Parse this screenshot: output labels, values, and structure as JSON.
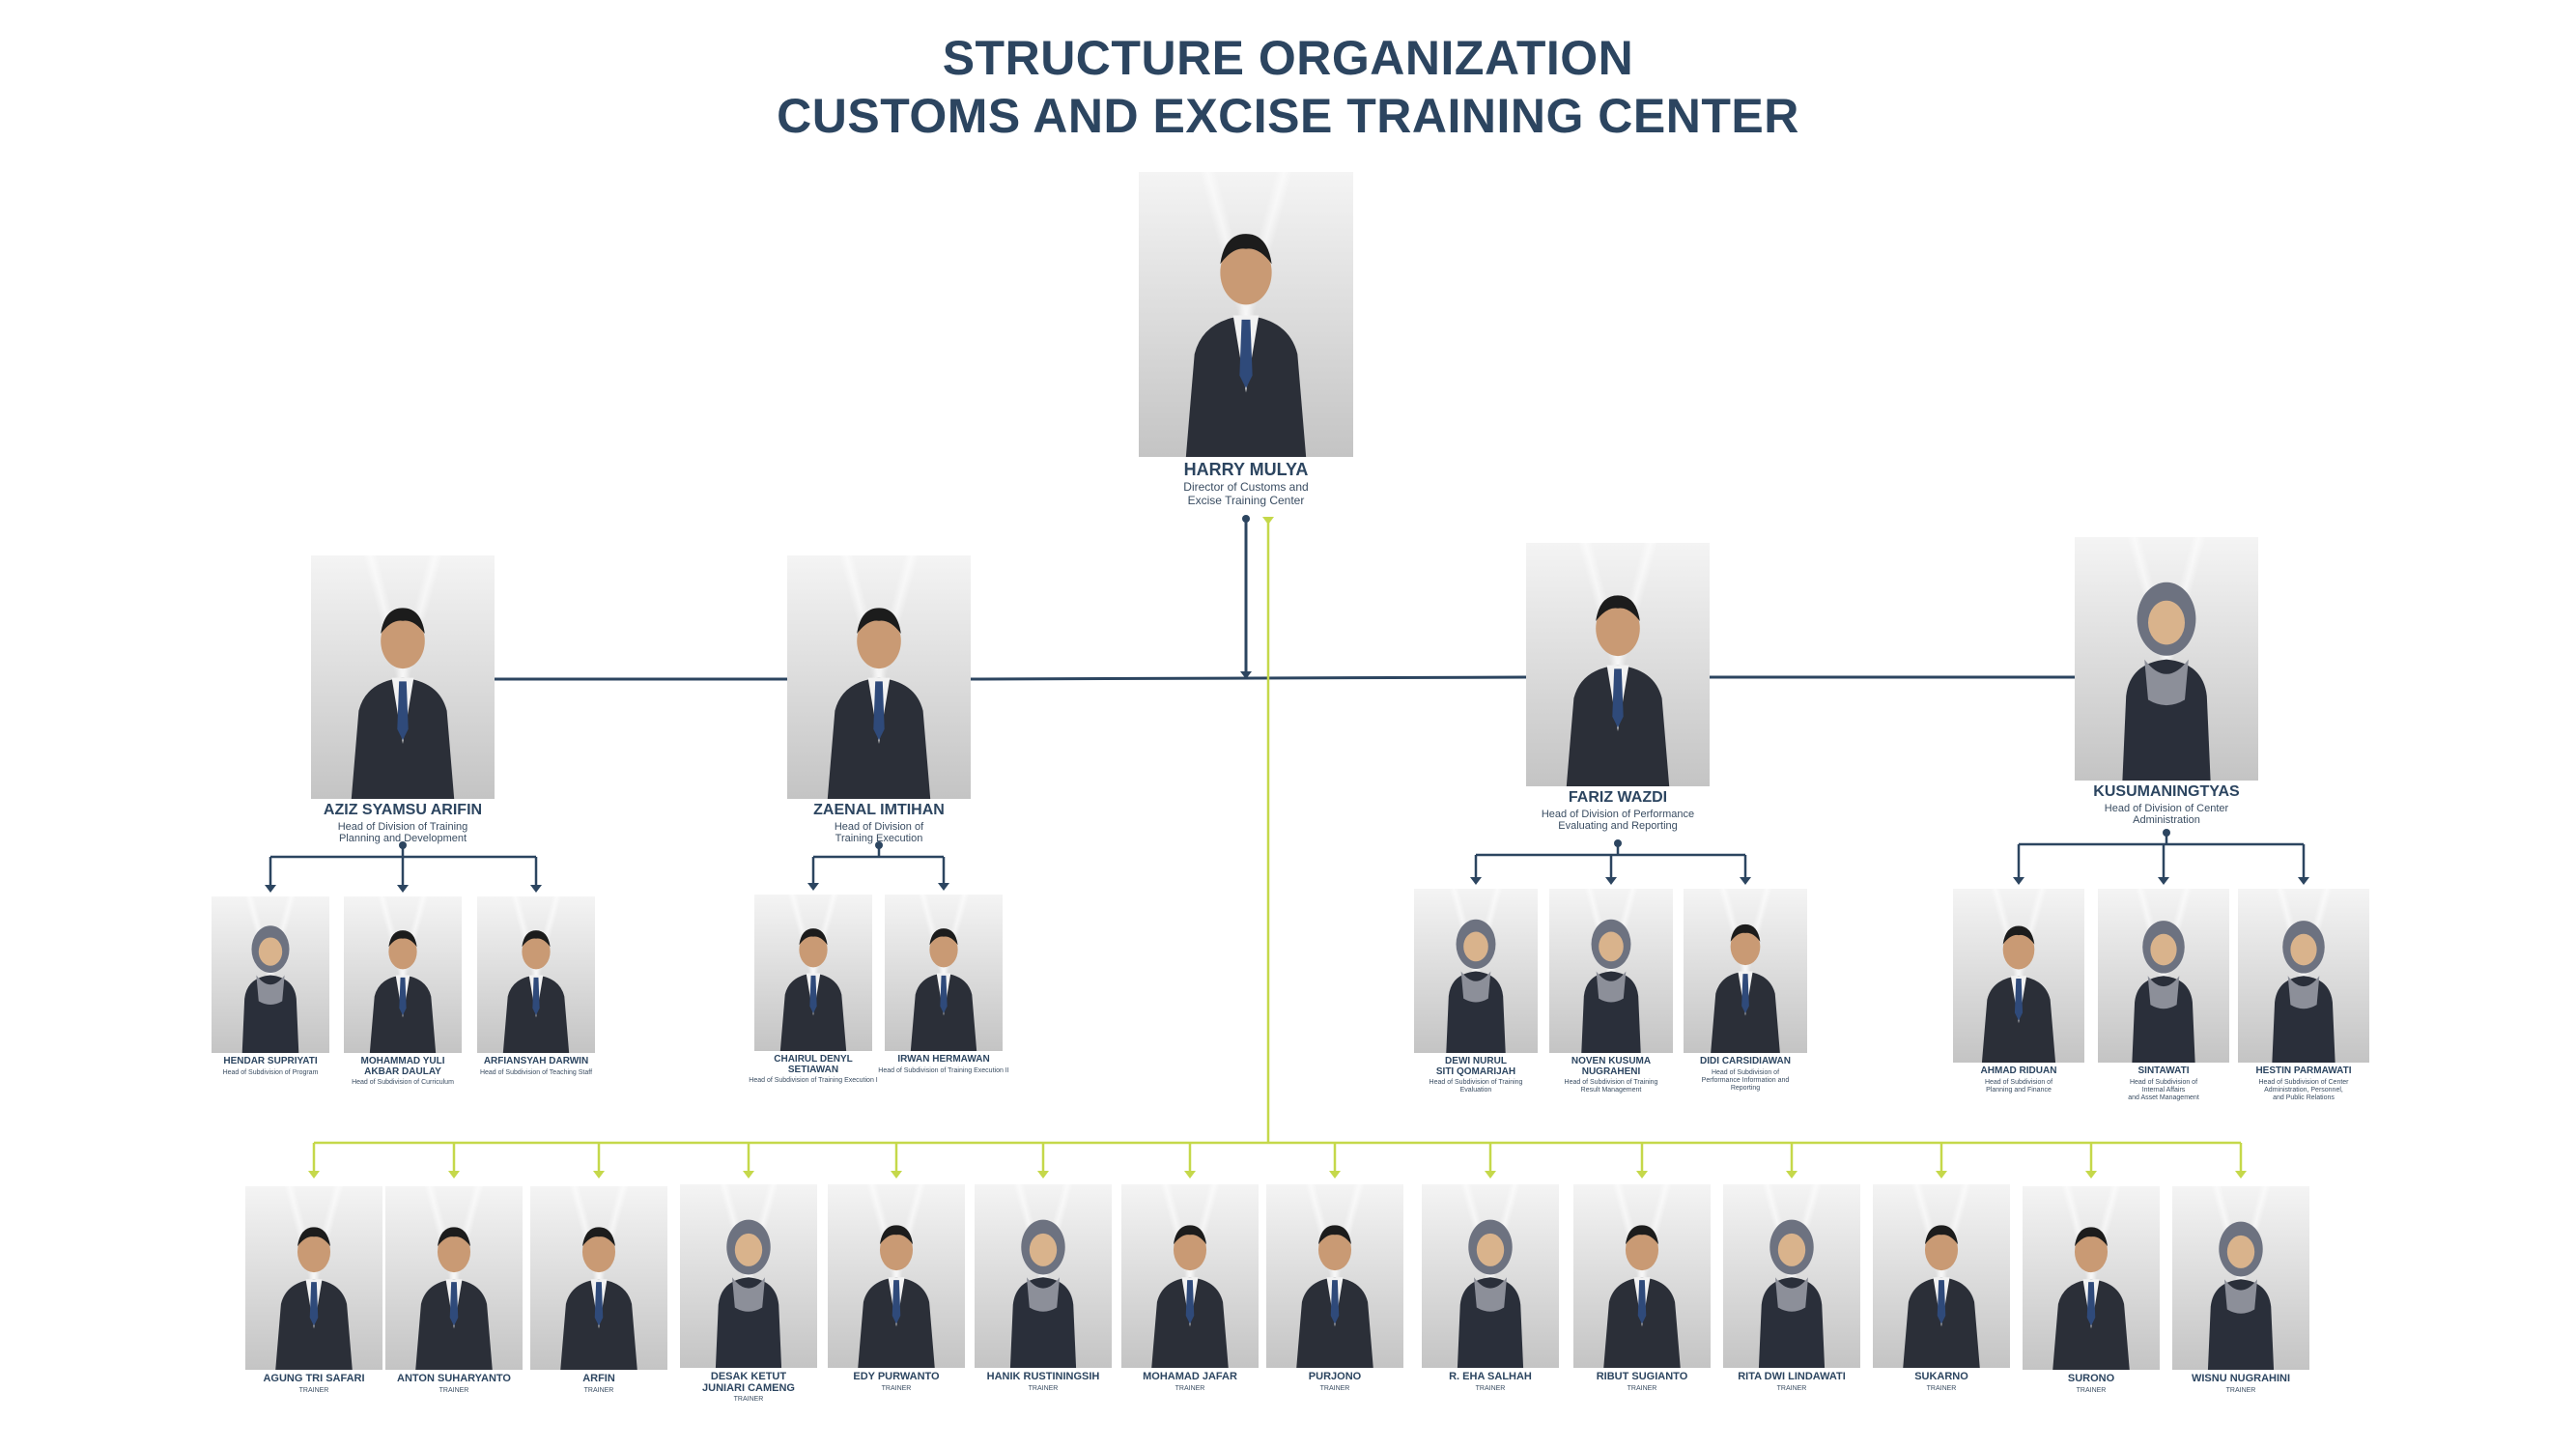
{
  "title": {
    "line1": "STRUCTURE ORGANIZATION",
    "line2": "CUSTOMS AND EXCISE TRAINING CENTER"
  },
  "colors": {
    "primary": "#2c4560",
    "trainer_line": "#c5d84a"
  },
  "director": {
    "name": "HARRY MULYA",
    "role": "Director of Customs and\nExcise Training Center",
    "gender": "m"
  },
  "divisions": [
    {
      "name": "AZIZ SYAMSU ARIFIN",
      "role": "Head of Division of Training\nPlanning and Development",
      "gender": "m",
      "subs": [
        {
          "name": "HENDAR SUPRIYATI",
          "role": "Head of Subdivision of Program",
          "gender": "f"
        },
        {
          "name": "MOHAMMAD YULI\nAKBAR DAULAY",
          "role": "Head of Subdivision of Curriculum",
          "gender": "m"
        },
        {
          "name": "ARFIANSYAH DARWIN",
          "role": "Head of Subdivision of Teaching Staff",
          "gender": "m"
        }
      ]
    },
    {
      "name": "ZAENAL IMTIHAN",
      "role": "Head of Division of\nTraining Execution",
      "gender": "m",
      "subs": [
        {
          "name": "CHAIRUL DENYL\nSETIAWAN",
          "role": "Head of Subdivision of Training Execution I",
          "gender": "m"
        },
        {
          "name": "IRWAN HERMAWAN",
          "role": "Head of Subdivision of Training Execution II",
          "gender": "m"
        }
      ]
    },
    {
      "name": "FARIZ WAZDI",
      "role": "Head of Division of Performance\nEvaluating and Reporting",
      "gender": "m",
      "subs": [
        {
          "name": "DEWI NURUL\nSITI QOMARIJAH",
          "role": "Head of Subdivision of Training\nEvaluation",
          "gender": "f"
        },
        {
          "name": "NOVEN KUSUMA\nNUGRAHENI",
          "role": "Head of Subdivision of Training\nResult Management",
          "gender": "f"
        },
        {
          "name": "DIDI CARSIDIAWAN",
          "role": "Head of Subdivision of\nPerformance Information and\nReporting",
          "gender": "m"
        }
      ]
    },
    {
      "name": "KUSUMANINGTYAS",
      "role": "Head of Division of Center\nAdministration",
      "gender": "f",
      "subs": [
        {
          "name": "AHMAD RIDUAN",
          "role": "Head of Subdivision of\nPlanning and Finance",
          "gender": "m"
        },
        {
          "name": "SINTAWATI",
          "role": "Head of Subdivision of\nInternal Affairs\nand Asset Management",
          "gender": "f"
        },
        {
          "name": "HESTIN PARMAWATI",
          "role": "Head of Subdivision of Center\nAdministration, Personnel,\nand Public Relations",
          "gender": "f"
        }
      ]
    }
  ],
  "trainers": [
    {
      "name": "AGUNG TRI SAFARI",
      "role": "TRAINER",
      "gender": "m"
    },
    {
      "name": "ANTON SUHARYANTO",
      "role": "TRAINER",
      "gender": "m"
    },
    {
      "name": "ARFIN",
      "role": "TRAINER",
      "gender": "m"
    },
    {
      "name": "DESAK KETUT\nJUNIARI CAMENG",
      "role": "TRAINER",
      "gender": "f"
    },
    {
      "name": "EDY PURWANTO",
      "role": "TRAINER",
      "gender": "m"
    },
    {
      "name": "HANIK RUSTININGSIH",
      "role": "TRAINER",
      "gender": "f"
    },
    {
      "name": "MOHAMAD JAFAR",
      "role": "TRAINER",
      "gender": "m"
    },
    {
      "name": "PURJONO",
      "role": "TRAINER",
      "gender": "m"
    },
    {
      "name": "R. EHA SALHAH",
      "role": "TRAINER",
      "gender": "f"
    },
    {
      "name": "RIBUT SUGIANTO",
      "role": "TRAINER",
      "gender": "m"
    },
    {
      "name": "RITA DWI LINDAWATI",
      "role": "TRAINER",
      "gender": "f"
    },
    {
      "name": "SUKARNO",
      "role": "TRAINER",
      "gender": "m"
    },
    {
      "name": "SURONO",
      "role": "TRAINER",
      "gender": "m"
    },
    {
      "name": "WISNU NUGRAHINI",
      "role": "TRAINER",
      "gender": "f"
    }
  ]
}
